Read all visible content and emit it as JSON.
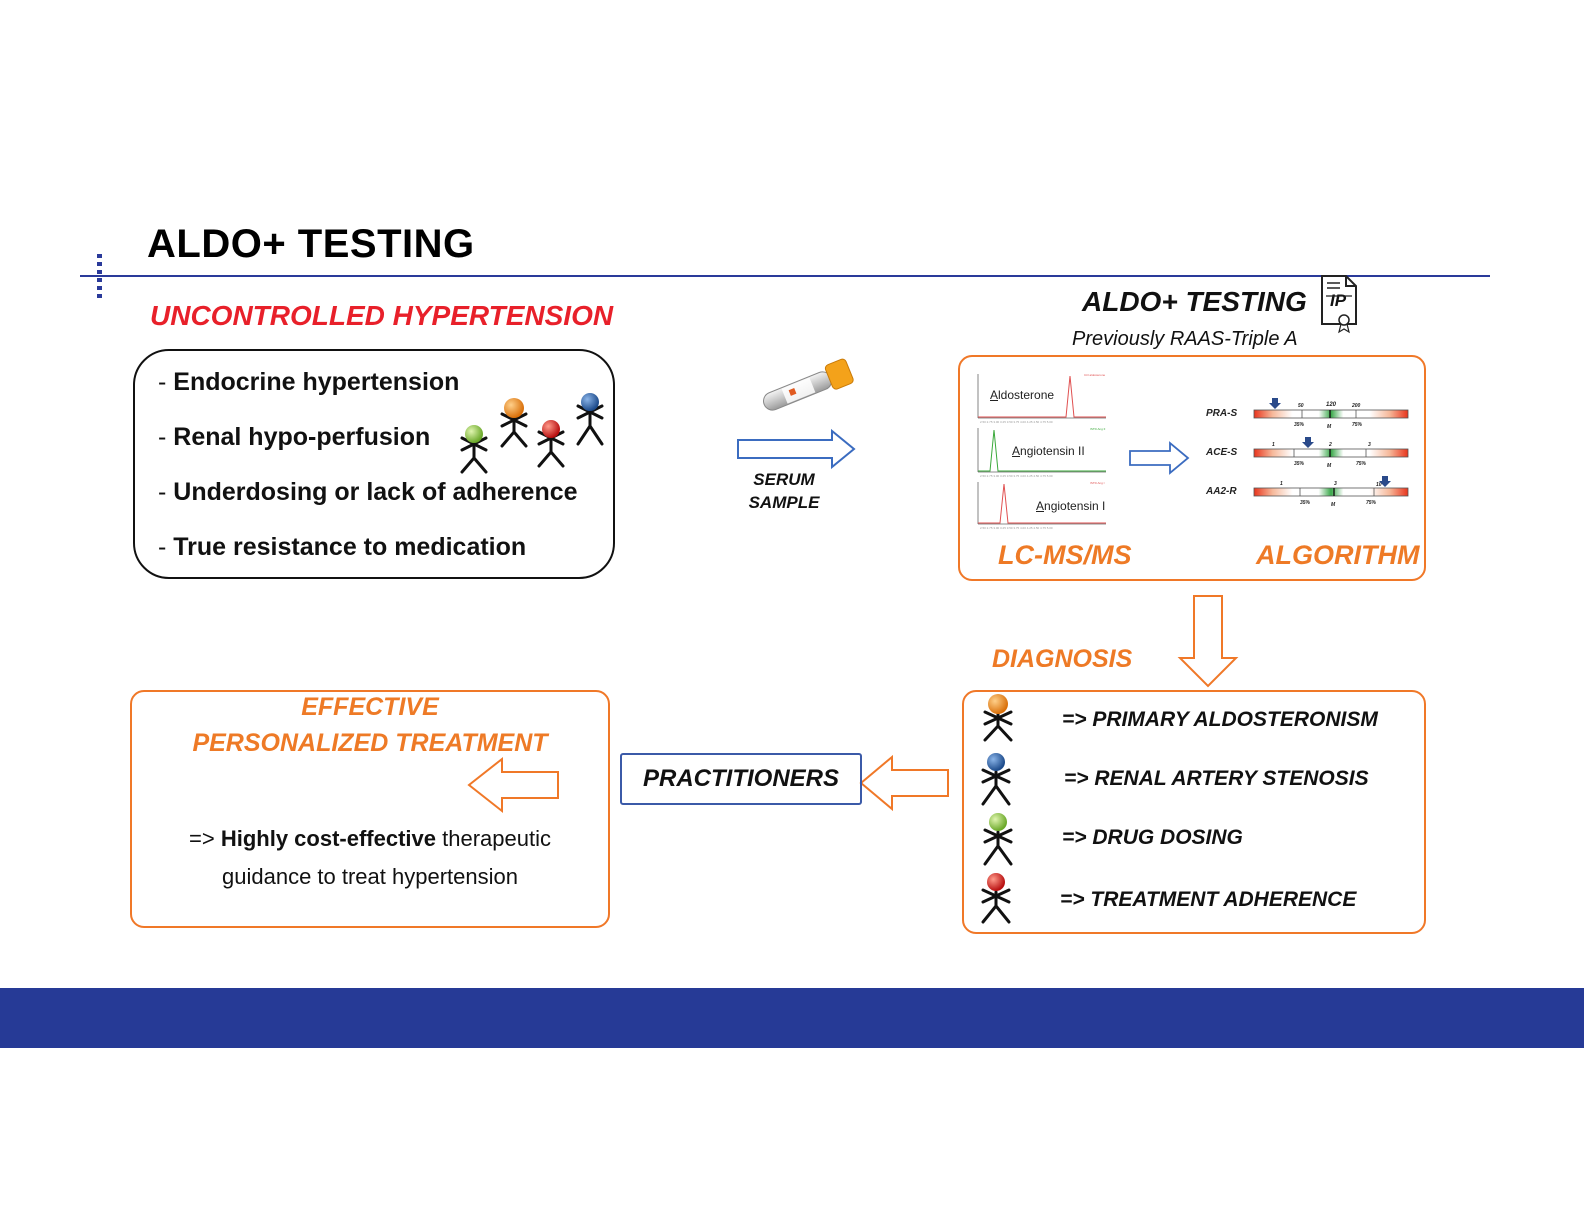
{
  "header": {
    "title": "ALDO+ TESTING"
  },
  "left_panel": {
    "heading": "UNCONTROLLED HYPERTENSION",
    "causes": [
      {
        "dash": "- ",
        "text": "Endocrine hypertension"
      },
      {
        "dash": "- ",
        "text": "Renal hypo-perfusion"
      },
      {
        "dash": "- ",
        "text": "Underdosing or lack of adherence"
      },
      {
        "dash": "- ",
        "text": "True resistance to medication"
      }
    ]
  },
  "sample": {
    "label_line1": "SERUM",
    "label_line2": "SAMPLE"
  },
  "testing": {
    "title": "ALDO+ TESTING",
    "subtitle": "Previously RAAS-Triple A",
    "ip_badge": "IP",
    "method_label": "LC-MS/MS",
    "algorithm_label": "ALGORITHM",
    "chromatograms": [
      {
        "initial": "A",
        "rest": "ldosterone"
      },
      {
        "initial": "A",
        "rest": "ngiotensin II"
      },
      {
        "initial": "A",
        "rest": "ngiotensin I"
      }
    ],
    "scales": [
      {
        "name": "PRA-S",
        "tick_a": "50",
        "tick_b": "120",
        "tick_c": "200",
        "low": "35%",
        "mid": "M",
        "high": "75%"
      },
      {
        "name": "ACE-S",
        "tick_a": "1",
        "tick_b": "2",
        "tick_c": "3",
        "low": "35%",
        "mid": "M",
        "high": "75%"
      },
      {
        "name": "AA2-R",
        "tick_a": "1",
        "tick_b": "3",
        "tick_c": "10",
        "low": "35%",
        "mid": "M",
        "high": "75%"
      }
    ]
  },
  "diagnosis": {
    "heading": "DIAGNOSIS",
    "items": [
      {
        "text": "=> PRIMARY ALDOSTERONISM",
        "color": "#f08a1c"
      },
      {
        "text": "=> RENAL ARTERY STENOSIS",
        "color": "#2a5fa8"
      },
      {
        "text": "=> DRUG DOSING",
        "color": "#8cc63f"
      },
      {
        "text": "=> TREATMENT ADHERENCE",
        "color": "#d7191c"
      }
    ]
  },
  "practitioners": {
    "label": "PRACTITIONERS"
  },
  "treatment": {
    "heading_line1": "EFFECTIVE",
    "heading_line2": "PERSONALIZED TREATMENT",
    "prefix": "=> ",
    "bold": "Highly cost-effective",
    "rest_line1": " therapeutic",
    "line2": "guidance to treat hypertension"
  },
  "colors": {
    "brand_blue": "#263a96",
    "accent_orange": "#ee7a26",
    "alert_red": "#e8202a"
  }
}
